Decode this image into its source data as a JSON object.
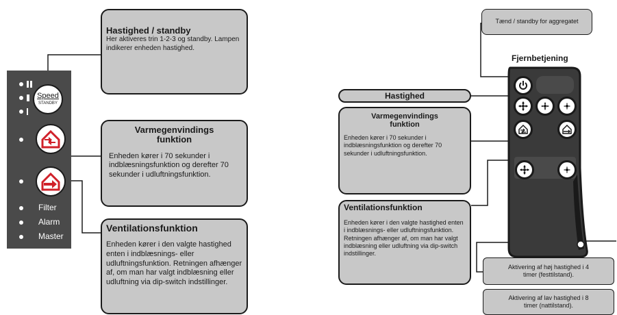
{
  "left": {
    "speed_box": {
      "title": "Hastighed / standby",
      "text": "Her aktiveres trin 1-2-3 og standby. Lampen indikerer enheden hastighed."
    },
    "recovery_box": {
      "title": "Varmegenvindings funktion",
      "text": "Enheden kører i 70 sekunder i indblæsningsfunktion og derefter 70 sekunder i udluftningsfunktion."
    },
    "vent_box": {
      "title": "Ventilationsfunktion",
      "text": "Enheden kører i den valgte hastighed enten i indblæsnings- eller udluftningsfunktion. Retningen afhænger af, om man har valgt indblæsning eller udluftning via dip-switch indstillinger."
    },
    "panel": {
      "speed_label": "Speed",
      "standby_label": "STANDBY",
      "indicators": [
        "Filter",
        "Alarm",
        "Master"
      ]
    }
  },
  "right": {
    "standby_box": {
      "text": "Tænd / standby for aggregatet"
    },
    "remote_title": "Fjernbetjening",
    "speed_label": "Hastighed",
    "recovery_box": {
      "title": "Varmegenvindings funktion",
      "text": "Enheden kører i 70 sekunder i indblæsningsfunktion og derefter 70 sekunder i udluftningsfunktion."
    },
    "vent_box": {
      "title": "Ventilationsfunktion",
      "text": "Enheden kører i den valgte hastighed enten i indblæsnings- eller udluftningsfunktion. Retningen afhænger af, om man har valgt indblæsning eller udluftning via dip-switch indstillinger."
    },
    "high_box": {
      "text": "Aktivering af høj hastighed i 4 timer (festtilstand)."
    },
    "low_box": {
      "text": "Aktivering af lav hastighed i 8 timer (nattilstand)."
    }
  },
  "colors": {
    "box_fill": "#c8c8c8",
    "panel": "#4a4a4a",
    "remote": "#3a3a3a",
    "outline": "#1a1a1a",
    "accent_red": "#d0212a"
  }
}
